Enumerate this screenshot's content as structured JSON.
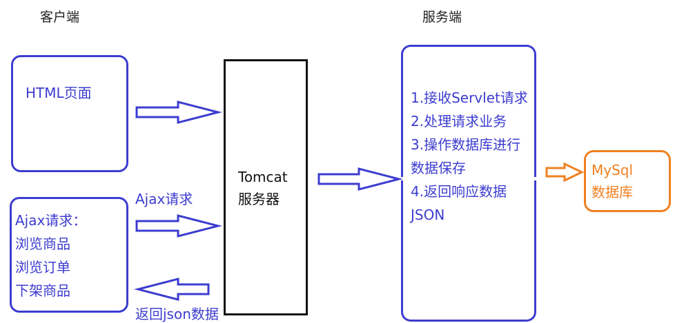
{
  "client": {
    "heading": "客户端",
    "html_box": {
      "label": "HTML页面"
    },
    "ajax_box": {
      "lines": [
        "Ajax请求：",
        "浏览商品",
        "浏览订单",
        "下架商品"
      ]
    }
  },
  "arrows": {
    "ajax_request_label": "Ajax请求",
    "return_json_label": "返回json数据"
  },
  "tomcat": {
    "lines": [
      "Tomcat",
      "服务器"
    ]
  },
  "server": {
    "heading": "服务端",
    "steps": [
      "1.接收Servlet请求",
      "2.处理请求业务",
      "3.操作数据库进行",
      "数据保存",
      "4.返回响应数据",
      "JSON"
    ]
  },
  "database": {
    "lines": [
      "MySql",
      "数据库"
    ]
  },
  "colors": {
    "blue": "#3c3cd0",
    "orange": "#f08020",
    "black": "#111111"
  }
}
